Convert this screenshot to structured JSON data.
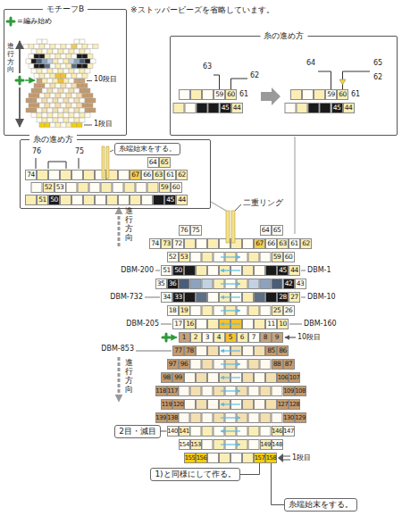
{
  "diagram": {
    "nodes": [
      {
        "text": [
          "モチーフB"
        ]
      },
      {
        "text": [
          "糸の進め方"
        ]
      },
      {
        "text": [
          "59"
        ],
        "in": 1
      },
      {
        "text": [
          "60"
        ],
        "in": 1
      },
      {
        "text": [
          "45"
        ],
        "in": 1
      },
      {
        "text": [
          "44"
        ],
        "in": 1
      },
      {
        "text": [
          "59"
        ],
        "in": 1
      },
      {
        "text": [
          "60"
        ],
        "in": 1
      },
      {
        "text": [
          "45"
        ],
        "in": 1
      },
      {
        "text": [
          "44"
        ],
        "in": 1
      },
      {
        "text": [
          "糸の進め方"
        ]
      },
      {
        "text": [
          "糸端始末をする。"
        ],
        "in": 10
      },
      {
        "text": [
          "64"
        ],
        "in": 10
      },
      {
        "text": [
          "65"
        ],
        "in": 10
      },
      {
        "text": [
          "74"
        ],
        "in": 10
      },
      {
        "text": [
          "67"
        ],
        "in": 10
      },
      {
        "text": [
          "66"
        ],
        "in": 10
      },
      {
        "text": [
          "63"
        ],
        "in": 10
      },
      {
        "text": [
          "61"
        ],
        "in": 10
      },
      {
        "text": [
          "62"
        ],
        "in": 10
      },
      {
        "text": [
          "52"
        ],
        "in": 10
      },
      {
        "text": [
          "53"
        ],
        "in": 10
      },
      {
        "text": [
          "59"
        ],
        "in": 10
      },
      {
        "text": [
          "60"
        ],
        "in": 10
      },
      {
        "text": [
          "51"
        ],
        "in": 10
      },
      {
        "text": [
          "50"
        ],
        "in": 10
      },
      {
        "text": [
          "45"
        ],
        "in": 10
      },
      {
        "text": [
          "44"
        ],
        "in": 10
      },
      {
        "text": [
          "76"
        ]
      },
      {
        "text": [
          "75"
        ]
      },
      {
        "text": [
          "64"
        ]
      },
      {
        "text": [
          "65"
        ]
      },
      {
        "text": [
          "74"
        ]
      },
      {
        "text": [
          "73"
        ]
      },
      {
        "text": [
          "72"
        ]
      },
      {
        "text": [
          "67"
        ]
      },
      {
        "text": [
          "66"
        ]
      },
      {
        "text": [
          "63"
        ]
      },
      {
        "text": [
          "61"
        ]
      },
      {
        "text": [
          "62"
        ]
      },
      {
        "text": [
          "52"
        ]
      },
      {
        "text": [
          "53"
        ]
      },
      {
        "text": [
          "59"
        ]
      },
      {
        "text": [
          "60"
        ]
      },
      {
        "text": [
          "51"
        ]
      },
      {
        "text": [
          "50"
        ]
      },
      {
        "text": [
          "45"
        ]
      },
      {
        "text": [
          "44"
        ]
      },
      {
        "text": [
          "35"
        ]
      },
      {
        "text": [
          "36"
        ]
      },
      {
        "text": [
          "42"
        ]
      },
      {
        "text": [
          "43"
        ]
      },
      {
        "text": [
          "34"
        ]
      },
      {
        "text": [
          "33"
        ]
      },
      {
        "text": [
          "28"
        ]
      },
      {
        "text": [
          "27"
        ]
      },
      {
        "text": [
          "18"
        ]
      },
      {
        "text": [
          "19"
        ]
      },
      {
        "text": [
          "25"
        ]
      },
      {
        "text": [
          "26"
        ]
      },
      {
        "text": [
          "17"
        ]
      },
      {
        "text": [
          "16"
        ]
      },
      {
        "text": [
          "11"
        ]
      },
      {
        "text": [
          "10"
        ]
      },
      {
        "text": [
          "1"
        ]
      },
      {
        "text": [
          "2"
        ]
      },
      {
        "text": [
          "3"
        ]
      },
      {
        "text": [
          "4"
        ]
      },
      {
        "text": [
          "5"
        ]
      },
      {
        "text": [
          "6"
        ]
      },
      {
        "text": [
          "7"
        ]
      },
      {
        "text": [
          "8"
        ]
      },
      {
        "text": [
          "9"
        ]
      },
      {
        "text": [
          "77"
        ]
      },
      {
        "text": [
          "78"
        ]
      },
      {
        "text": [
          "85"
        ]
      },
      {
        "text": [
          "86"
        ]
      },
      {
        "text": [
          "97"
        ]
      },
      {
        "text": [
          "96"
        ]
      },
      {
        "text": [
          "88"
        ]
      },
      {
        "text": [
          "87"
        ]
      },
      {
        "text": [
          "98"
        ]
      },
      {
        "text": [
          "99"
        ]
      },
      {
        "text": [
          "106"
        ]
      },
      {
        "text": [
          "107"
        ]
      },
      {
        "text": [
          "118"
        ]
      },
      {
        "text": [
          "117"
        ]
      },
      {
        "text": [
          "109"
        ]
      },
      {
        "text": [
          "108"
        ]
      },
      {
        "text": [
          "119"
        ]
      },
      {
        "text": [
          "120"
        ]
      },
      {
        "text": [
          "127"
        ]
      },
      {
        "text": [
          "128"
        ]
      },
      {
        "text": [
          "139"
        ]
      },
      {
        "text": [
          "138"
        ]
      },
      {
        "text": [
          "130"
        ]
      },
      {
        "text": [
          "129"
        ]
      },
      {
        "text": [
          "140"
        ]
      },
      {
        "text": [
          "141"
        ]
      },
      {
        "text": [
          "146"
        ]
      },
      {
        "text": [
          "147"
        ]
      },
      {
        "text": [
          "154"
        ]
      },
      {
        "text": [
          "153"
        ]
      },
      {
        "text": [
          "149"
        ]
      },
      {
        "text": [
          "148"
        ]
      },
      {
        "text": [
          "155"
        ]
      },
      {
        "text": [
          "156"
        ]
      },
      {
        "text": [
          "157"
        ]
      },
      {
        "text": [
          "158"
        ]
      },
      {
        "text": [
          "2目・減目"
        ]
      },
      {
        "text": [
          "1)と同様にして作る。"
        ]
      },
      {
        "text": [
          "糸端始末をする。"
        ]
      }
    ],
    "edges": [
      {
        "from": 109,
        "to": 97,
        "arrow": "none"
      },
      {
        "from": 110,
        "to": 107,
        "arrow": "none"
      },
      {
        "from": 108,
        "to": 111,
        "arrow": "none"
      }
    ],
    "labels": [
      "※ストッパービーズを省略しています。",
      "=編み始め",
      "進行方向",
      "10段目",
      "1段目",
      "63",
      "62",
      "61",
      "64",
      "65",
      "62",
      "61",
      "76",
      "75",
      "二重リング",
      "進行方向",
      "DBM-200",
      "DBM-1",
      "DBM-732",
      "DBM-10",
      "DBM-205",
      "DBM-160",
      "DBM-853",
      "10段目",
      "進行方向",
      "1段目"
    ]
  }
}
